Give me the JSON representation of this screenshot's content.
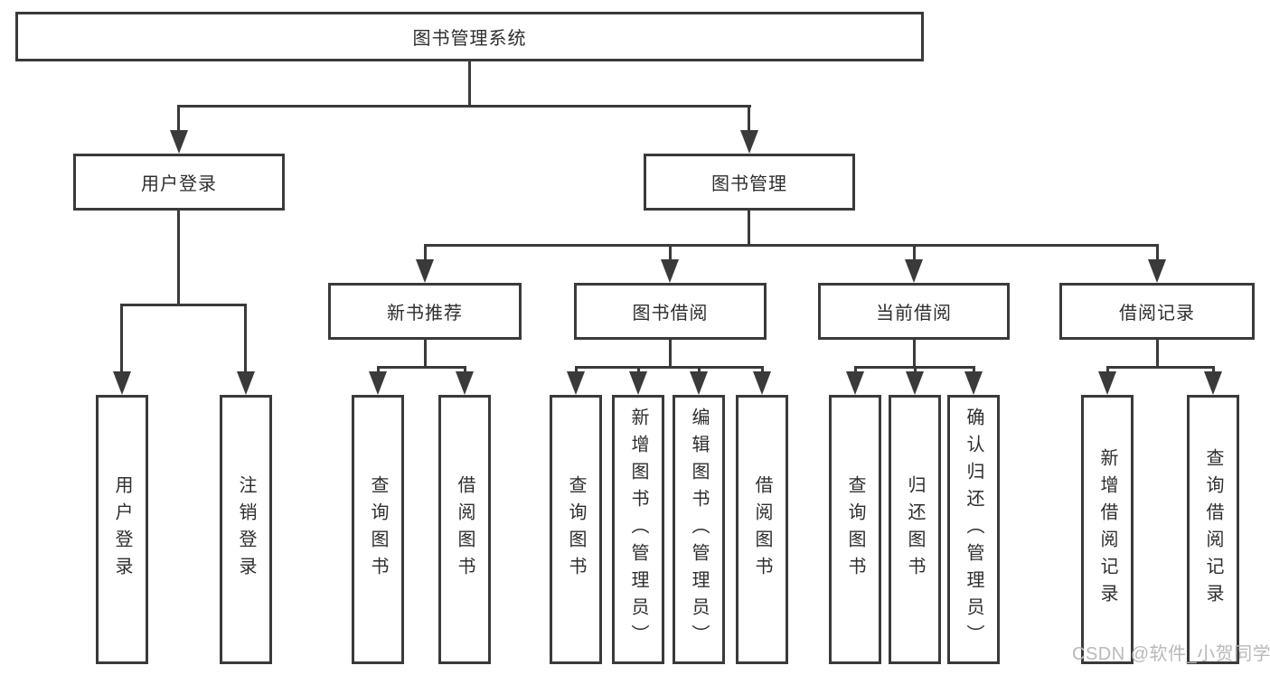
{
  "watermark": "CSDN @软件_小贺同学",
  "colors": {
    "line": "#3a3a3a",
    "text": "#2e2e2e",
    "watermark": "#b9b9b9",
    "background": "#ffffff"
  },
  "tree": {
    "label": "图书管理系统",
    "children": [
      {
        "label": "用户登录",
        "children": [
          {
            "label": "用户登录"
          },
          {
            "label": "注销登录"
          }
        ]
      },
      {
        "label": "图书管理",
        "children": [
          {
            "label": "新书推荐",
            "children": [
              {
                "label": "查询图书"
              },
              {
                "label": "借阅图书"
              }
            ]
          },
          {
            "label": "图书借阅",
            "children": [
              {
                "label": "查询图书"
              },
              {
                "label": "新增图书（管理员）"
              },
              {
                "label": "编辑图书（管理员）"
              },
              {
                "label": "借阅图书"
              }
            ]
          },
          {
            "label": "当前借阅",
            "children": [
              {
                "label": "查询图书"
              },
              {
                "label": "归还图书"
              },
              {
                "label": "确认归还（管理员）"
              }
            ]
          },
          {
            "label": "借阅记录",
            "children": [
              {
                "label": "新增借阅记录"
              },
              {
                "label": "查询借阅记录"
              }
            ]
          }
        ]
      }
    ]
  }
}
